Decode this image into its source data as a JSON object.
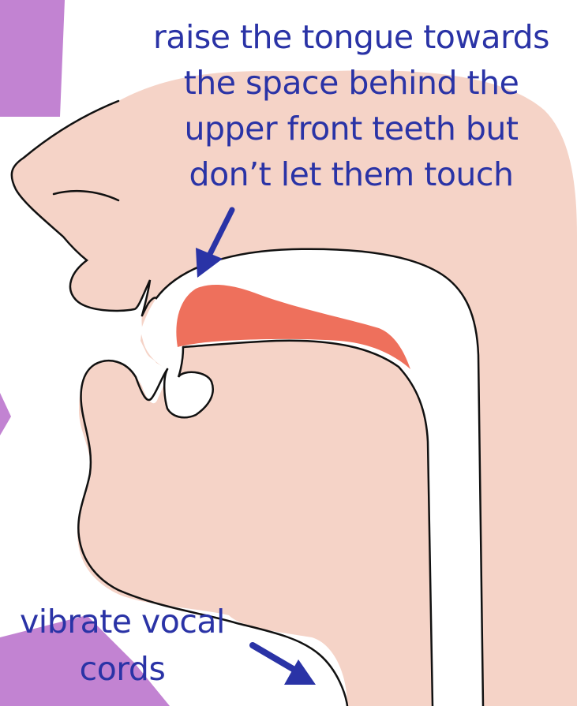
{
  "instruction": {
    "lines": [
      "raise the tongue towards",
      "the space  behind the",
      "upper front teeth but",
      "don’t let them touch"
    ]
  },
  "vocal_cords_label": {
    "lines": [
      "vibrate vocal",
      "cords"
    ]
  },
  "colors": {
    "skin": "#f5d3c7",
    "tongue_highlight": "#ee705c",
    "outline": "#111111",
    "arrow": "#2a33a6",
    "background_shape": "#c283d2"
  }
}
